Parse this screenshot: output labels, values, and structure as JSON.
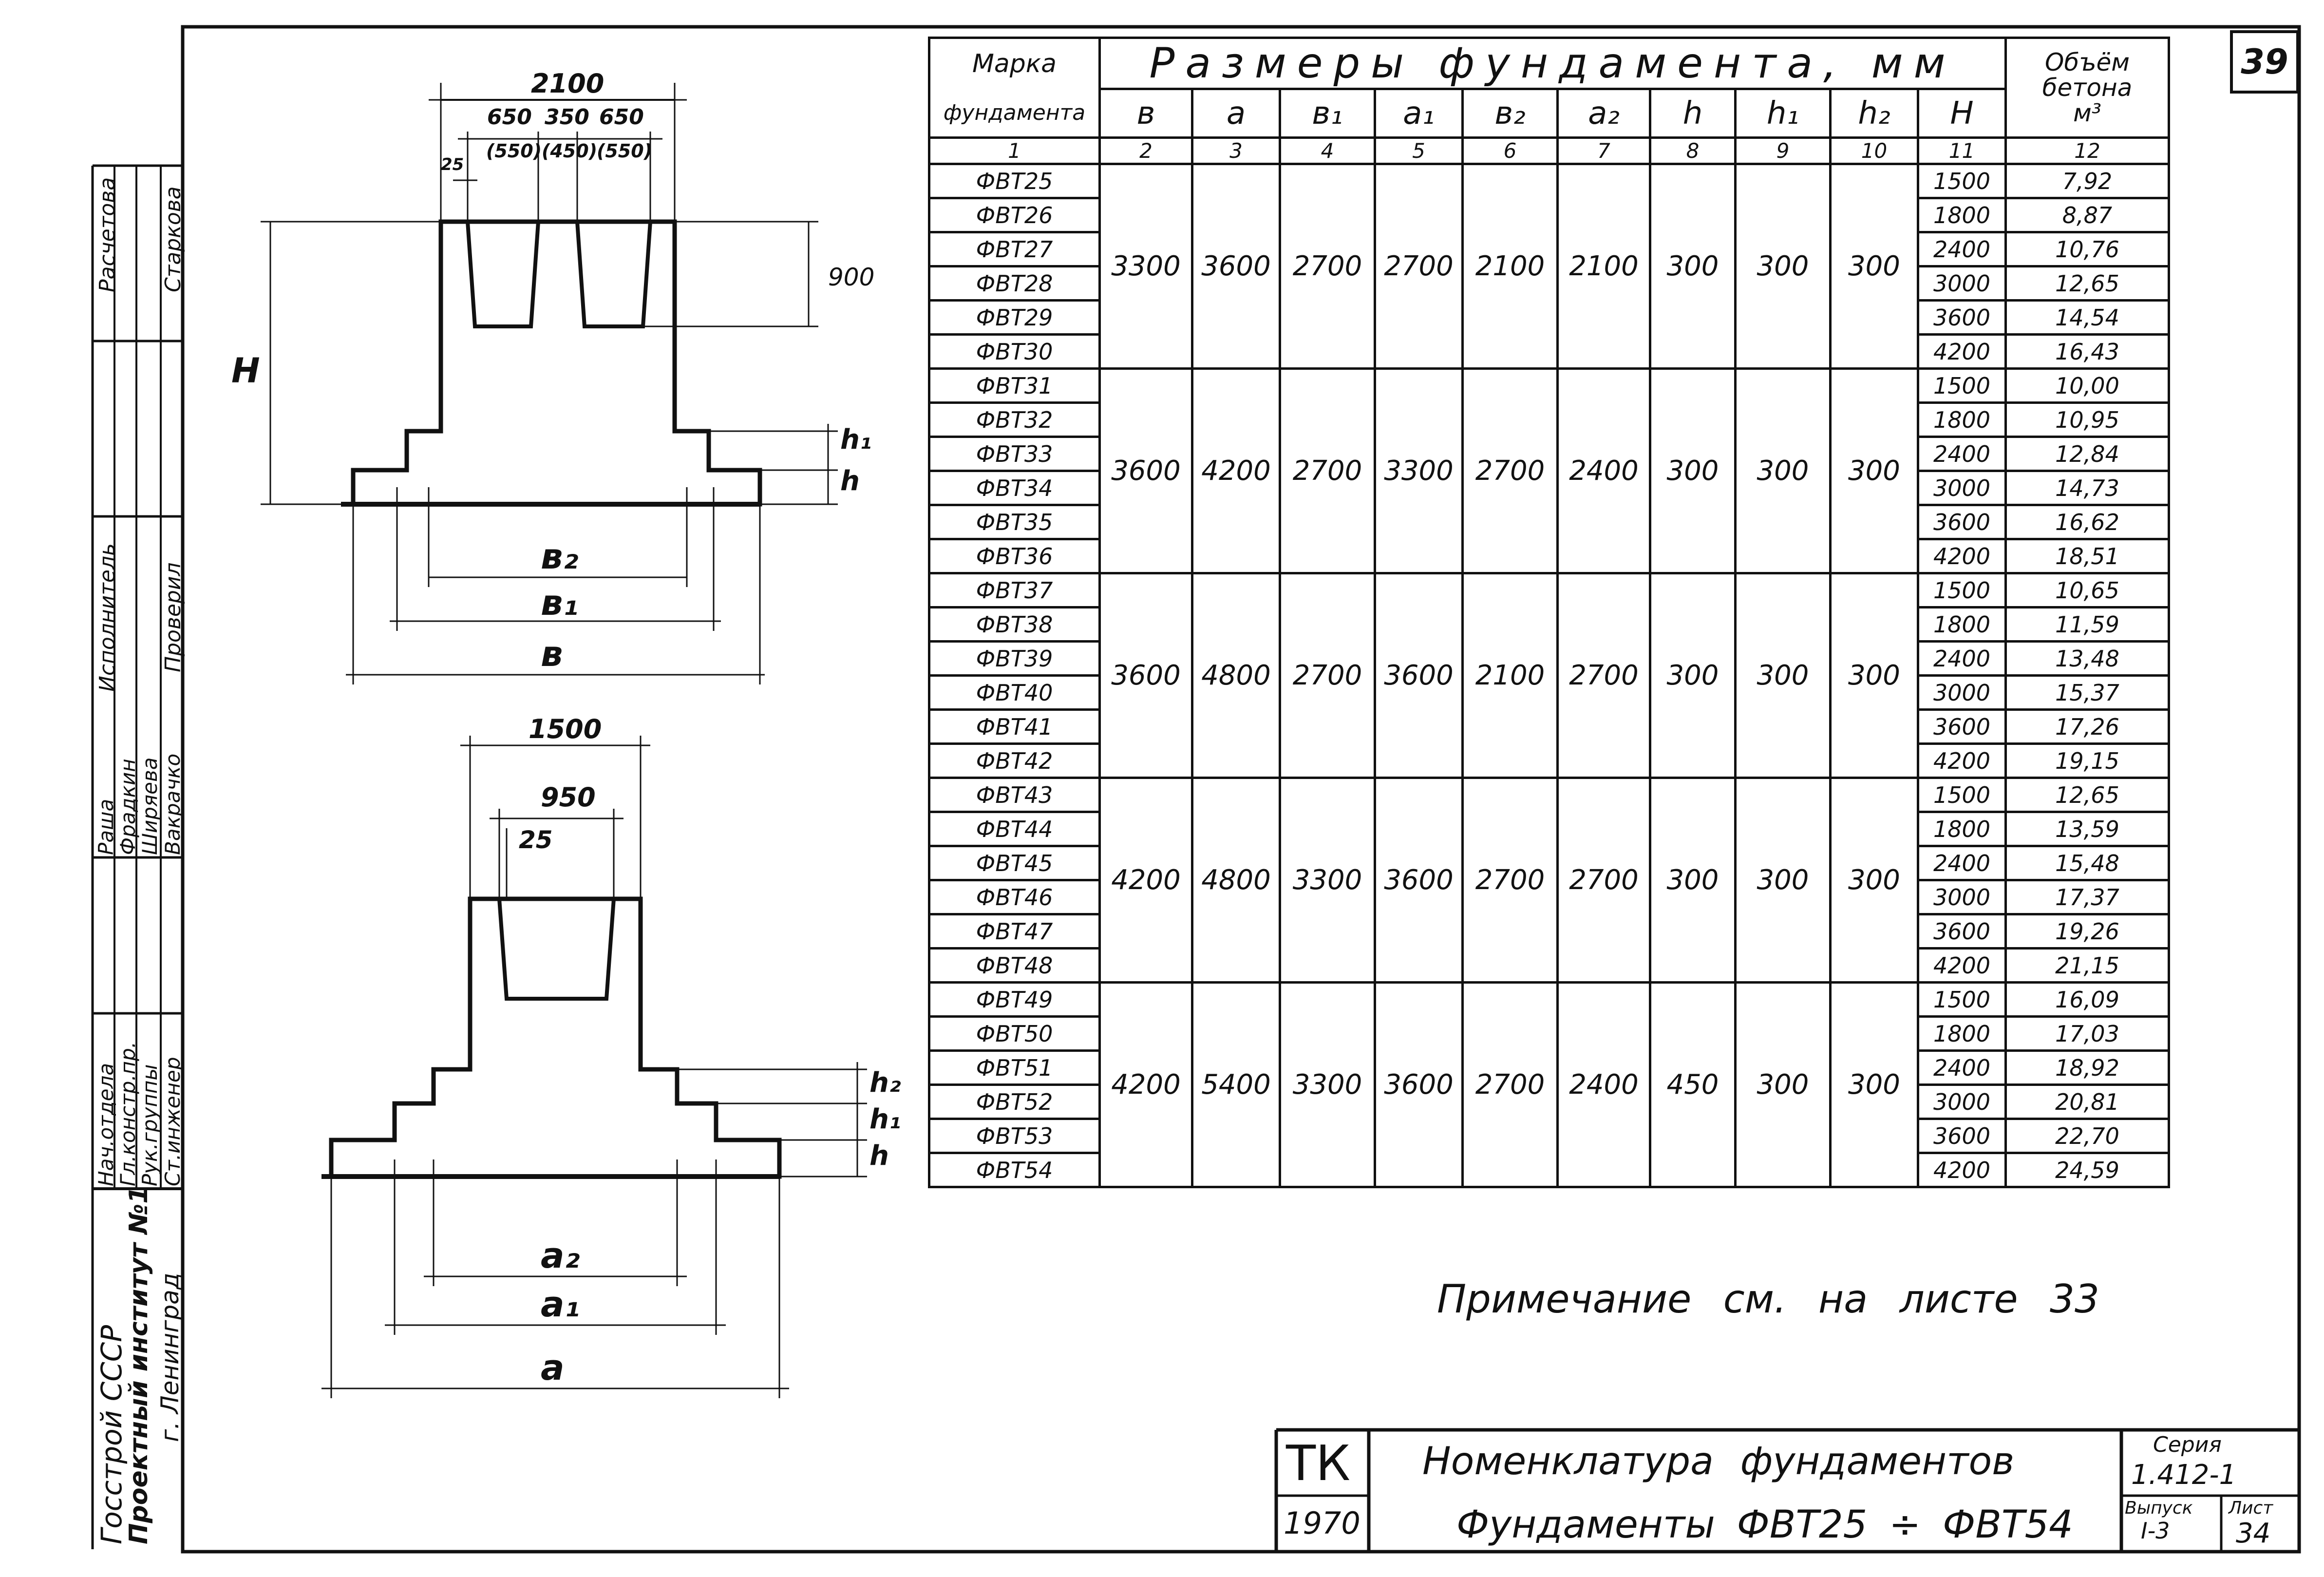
{
  "sheet_number": "39",
  "table": {
    "head_mark_line1": "Марка",
    "head_mark_line2": "фундамента",
    "head_dimensions": "Размеры фундамента, мм",
    "head_volume_line1": "Объём",
    "head_volume_line2": "бетона",
    "head_volume_unit": "м³",
    "columns": [
      "в",
      "а",
      "в₁",
      "а₁",
      "в₂",
      "а₂",
      "h",
      "h₁",
      "h₂",
      "H"
    ],
    "column_numbers": [
      "1",
      "2",
      "3",
      "4",
      "5",
      "6",
      "7",
      "8",
      "9",
      "10",
      "11",
      "12"
    ],
    "groups": [
      {
        "marks": [
          "ФВТ25",
          "ФВТ26",
          "ФВТ27",
          "ФВТ28",
          "ФВТ29",
          "ФВТ30"
        ],
        "dims": [
          "3300",
          "3600",
          "2700",
          "2700",
          "2100",
          "2100",
          "300",
          "300",
          "300"
        ],
        "H": [
          "1500",
          "1800",
          "2400",
          "3000",
          "3600",
          "4200"
        ],
        "volume": [
          "7,92",
          "8,87",
          "10,76",
          "12,65",
          "14,54",
          "16,43"
        ]
      },
      {
        "marks": [
          "ФВТ31",
          "ФВТ32",
          "ФВТ33",
          "ФВТ34",
          "ФВТ35",
          "ФВТ36"
        ],
        "dims": [
          "3600",
          "4200",
          "2700",
          "3300",
          "2700",
          "2400",
          "300",
          "300",
          "300"
        ],
        "H": [
          "1500",
          "1800",
          "2400",
          "3000",
          "3600",
          "4200"
        ],
        "volume": [
          "10,00",
          "10,95",
          "12,84",
          "14,73",
          "16,62",
          "18,51"
        ]
      },
      {
        "marks": [
          "ФВТ37",
          "ФВТ38",
          "ФВТ39",
          "ФВТ40",
          "ФВТ41",
          "ФВТ42"
        ],
        "dims": [
          "3600",
          "4800",
          "2700",
          "3600",
          "2100",
          "2700",
          "300",
          "300",
          "300"
        ],
        "H": [
          "1500",
          "1800",
          "2400",
          "3000",
          "3600",
          "4200"
        ],
        "volume": [
          "10,65",
          "11,59",
          "13,48",
          "15,37",
          "17,26",
          "19,15"
        ]
      },
      {
        "marks": [
          "ФВТ43",
          "ФВТ44",
          "ФВТ45",
          "ФВТ46",
          "ФВТ47",
          "ФВТ48"
        ],
        "dims": [
          "4200",
          "4800",
          "3300",
          "3600",
          "2700",
          "2700",
          "300",
          "300",
          "300"
        ],
        "H": [
          "1500",
          "1800",
          "2400",
          "3000",
          "3600",
          "4200"
        ],
        "volume": [
          "12,65",
          "13,59",
          "15,48",
          "17,37",
          "19,26",
          "21,15"
        ]
      },
      {
        "marks": [
          "ФВТ49",
          "ФВТ50",
          "ФВТ51",
          "ФВТ52",
          "ФВТ53",
          "ФВТ54"
        ],
        "dims": [
          "4200",
          "5400",
          "3300",
          "3600",
          "2700",
          "2400",
          "450",
          "300",
          "300"
        ],
        "H": [
          "1500",
          "1800",
          "2400",
          "3000",
          "3600",
          "4200"
        ],
        "volume": [
          "16,09",
          "17,03",
          "18,92",
          "20,81",
          "22,70",
          "24,59"
        ]
      }
    ]
  },
  "note": "Примечание см. на листе 33",
  "drawing_top": {
    "overall": "2100",
    "top_parts": [
      "650",
      "350",
      "650"
    ],
    "top_parts_alt": [
      "(550)",
      "(450)",
      "(550)"
    ],
    "offset": "25",
    "cup_depth": "900",
    "H": "H",
    "h1": "h₁",
    "h": "h",
    "b2": "в₂",
    "b1": "в₁",
    "b": "в"
  },
  "drawing_bottom": {
    "overall": "1500",
    "cup": "950",
    "offset": "25",
    "h2": "h₂",
    "h1": "h₁",
    "h": "h",
    "a2": "а₂",
    "a1": "а₁",
    "a": "а"
  },
  "title_block": {
    "org_code": "ТК",
    "year": "1970",
    "title_line1": "Номенклатура фундаментов",
    "title_line2": "Фундаменты ФВТ25 ÷ ФВТ54",
    "series_label": "Серия",
    "series_value": "1.412-1",
    "issue_label": "Выпуск",
    "issue_value": "I-3",
    "sheet_label": "Лист",
    "sheet_value": "34"
  },
  "side_strip": {
    "org_line1": "Госстрой СССР",
    "org_line2": "Проектный институт №1",
    "org_line3": "г. Ленинград",
    "roles": [
      "Нач.отдела",
      "Гл.констр.пр.",
      "Рук.группы",
      "Ст.инженер"
    ],
    "names": [
      "Раша",
      "Фрадкин",
      "Ширяева",
      "Вакрачко"
    ],
    "col_headers": [
      "Исполнитель",
      "Проверил",
      "Расчетова",
      "Старкова"
    ]
  }
}
